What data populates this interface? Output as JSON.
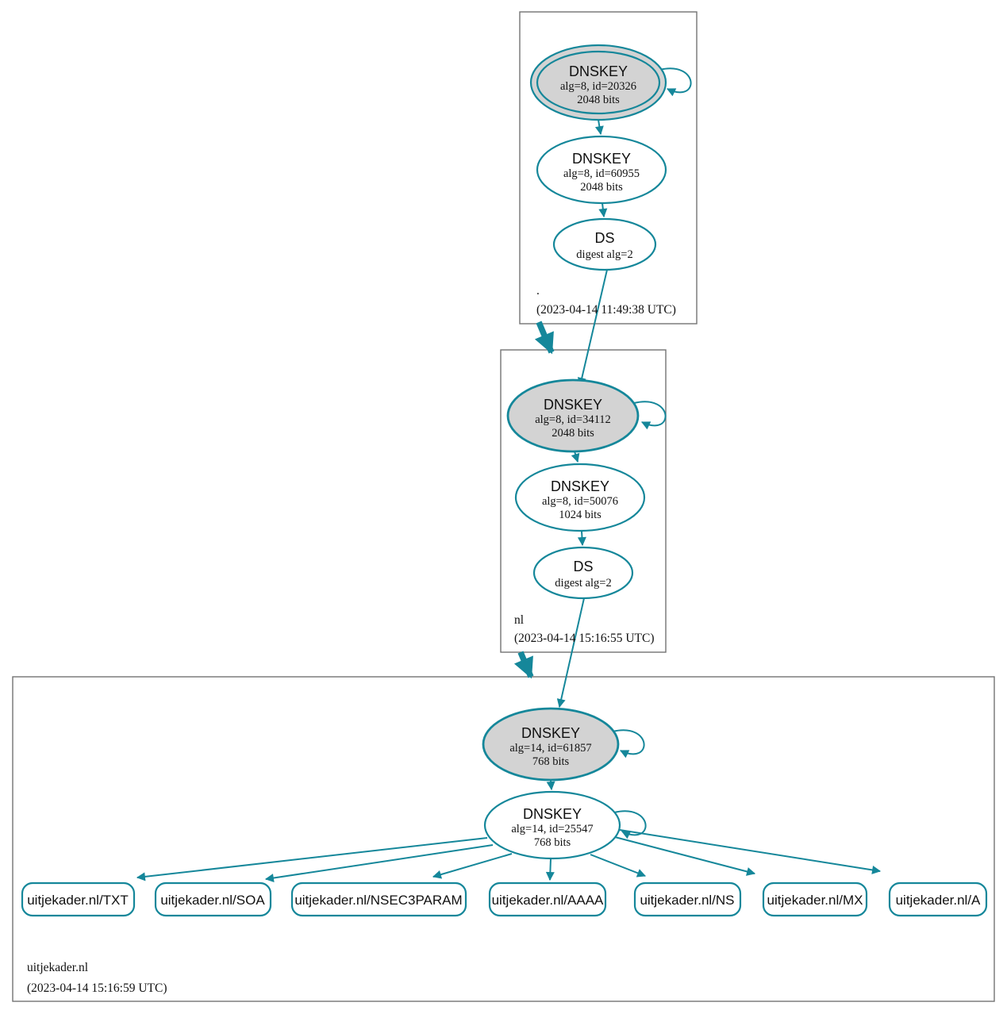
{
  "colors": {
    "secure_teal": "#15879a",
    "node_fill_gray": "#d3d3d3",
    "zone_box_border": "#737373",
    "text": "#111111",
    "background": "#ffffff"
  },
  "zones": {
    "root": {
      "name": ".",
      "timestamp": "(2023-04-14 11:49:38 UTC)",
      "ksk": {
        "label": "DNSKEY",
        "detail1": "alg=8, id=20326",
        "detail2": "2048 bits"
      },
      "zsk": {
        "label": "DNSKEY",
        "detail1": "alg=8, id=60955",
        "detail2": "2048 bits"
      },
      "ds": {
        "label": "DS",
        "detail1": "digest alg=2"
      }
    },
    "nl": {
      "name": "nl",
      "timestamp": "(2023-04-14 15:16:55 UTC)",
      "ksk": {
        "label": "DNSKEY",
        "detail1": "alg=8, id=34112",
        "detail2": "2048 bits"
      },
      "zsk": {
        "label": "DNSKEY",
        "detail1": "alg=8, id=50076",
        "detail2": "1024 bits"
      },
      "ds": {
        "label": "DS",
        "detail1": "digest alg=2"
      }
    },
    "uitjekader": {
      "name": "uitjekader.nl",
      "timestamp": "(2023-04-14 15:16:59 UTC)",
      "ksk": {
        "label": "DNSKEY",
        "detail1": "alg=14, id=61857",
        "detail2": "768 bits"
      },
      "zsk": {
        "label": "DNSKEY",
        "detail1": "alg=14, id=25547",
        "detail2": "768 bits"
      },
      "rrsets": [
        {
          "label": "uitjekader.nl/TXT"
        },
        {
          "label": "uitjekader.nl/SOA"
        },
        {
          "label": "uitjekader.nl/NSEC3PARAM"
        },
        {
          "label": "uitjekader.nl/AAAA"
        },
        {
          "label": "uitjekader.nl/NS"
        },
        {
          "label": "uitjekader.nl/MX"
        },
        {
          "label": "uitjekader.nl/A"
        }
      ]
    }
  }
}
